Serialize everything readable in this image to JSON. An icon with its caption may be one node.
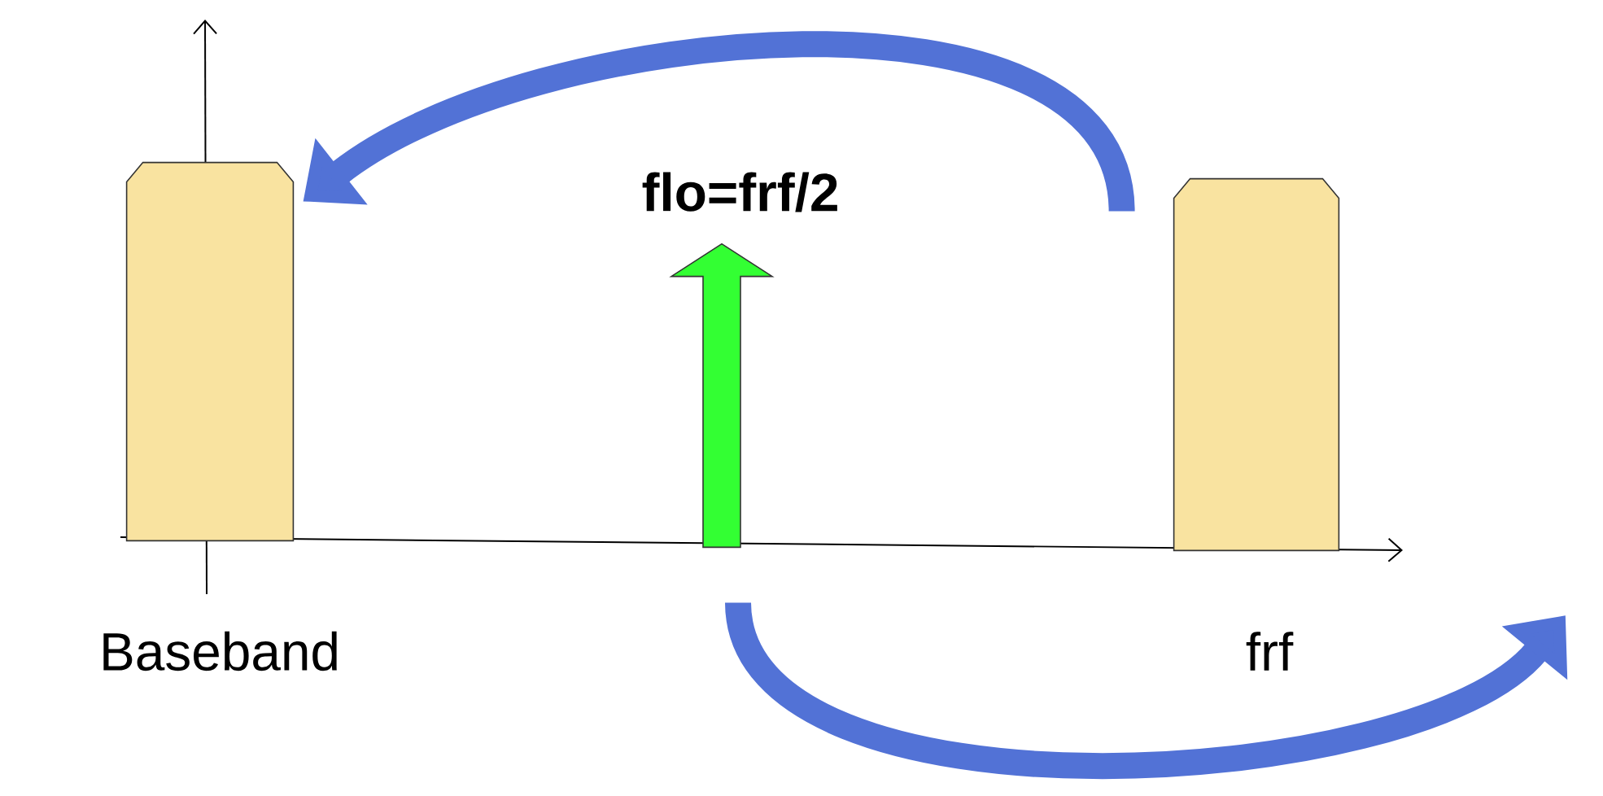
{
  "diagram": {
    "nodes": [
      {
        "text": [],
        "shape": "bar",
        "beside": [
          "Baseband"
        ]
      },
      {
        "text": [],
        "shape": "bar",
        "beside": [
          "frf"
        ]
      },
      {
        "text": [],
        "shape": "arrow",
        "beside": [
          "flo=frf/2"
        ]
      }
    ],
    "edges": [
      {
        "from": 1,
        "to": 0,
        "arrow": "to"
      },
      {
        "from": 2,
        "to": null,
        "arrow": "to"
      }
    ]
  }
}
